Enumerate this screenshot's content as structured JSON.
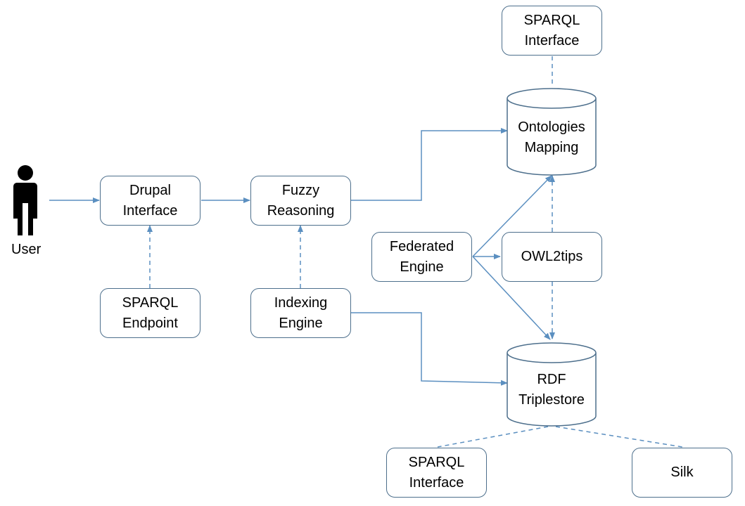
{
  "user": {
    "label": "User"
  },
  "nodes": {
    "drupal_interface": {
      "lines": [
        "Drupal",
        "Interface"
      ]
    },
    "fuzzy_reasoning": {
      "lines": [
        "Fuzzy",
        "Reasoning"
      ]
    },
    "sparql_endpoint": {
      "lines": [
        "SPARQL",
        "Endpoint"
      ]
    },
    "indexing_engine": {
      "lines": [
        "Indexing",
        "Engine"
      ]
    },
    "federated_engine": {
      "lines": [
        "Federated",
        "Engine"
      ]
    },
    "owl2tips": {
      "lines": [
        "OWL2tips"
      ]
    },
    "sparql_interface_top": {
      "lines": [
        "SPARQL",
        "Interface"
      ]
    },
    "ontologies_mapping": {
      "lines": [
        "Ontologies",
        "Mapping"
      ]
    },
    "rdf_triplestore": {
      "lines": [
        "RDF",
        "Triplestore"
      ]
    },
    "sparql_interface_bottom": {
      "lines": [
        "SPARQL",
        "Interface"
      ]
    },
    "silk": {
      "lines": [
        "Silk"
      ]
    }
  },
  "colors": {
    "line": "#5b8fc0",
    "border": "#4d6f8c",
    "figure": "#000000"
  }
}
